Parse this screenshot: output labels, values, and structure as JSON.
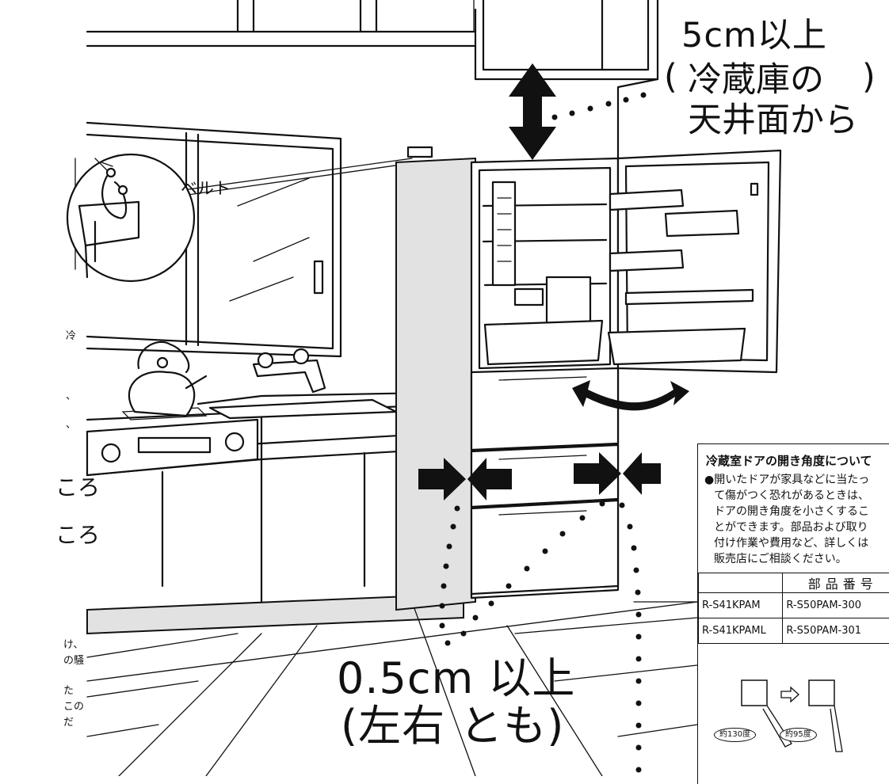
{
  "clearance": {
    "top_value": "5cm以上",
    "top_paren_open": "(",
    "top_paren_close": ")",
    "top_note_line1": "冷蔵庫の",
    "top_note_line2": "天井面から",
    "side_value": "0.5cm 以上",
    "side_note": "(左右 とも)"
  },
  "belt_label": "ベルト",
  "left_margin_fragments": [
    "冷",
    "、",
    "、",
    "ころ",
    "ころ",
    "け、",
    "の騒",
    "た",
    "この",
    "だ"
  ],
  "door_angle_box": {
    "title": "冷蔵室ドアの開き角度について",
    "lines": [
      "●開いたドアが家具などに当たっ",
      "て傷がつく恐れがあるときは、",
      "ドアの開き角度を小さくするこ",
      "とができます。部品および取り",
      "付け作業や費用など、詳しくは",
      "販売店にご相談ください。"
    ],
    "table": {
      "header": [
        "",
        "部品番号"
      ],
      "rows": [
        [
          "R-S41KPAM",
          "R-S50PAM-300"
        ],
        [
          "R-S41KPAML",
          "R-S50PAM-301"
        ]
      ]
    },
    "angles": [
      "約130度",
      "約95度"
    ]
  }
}
